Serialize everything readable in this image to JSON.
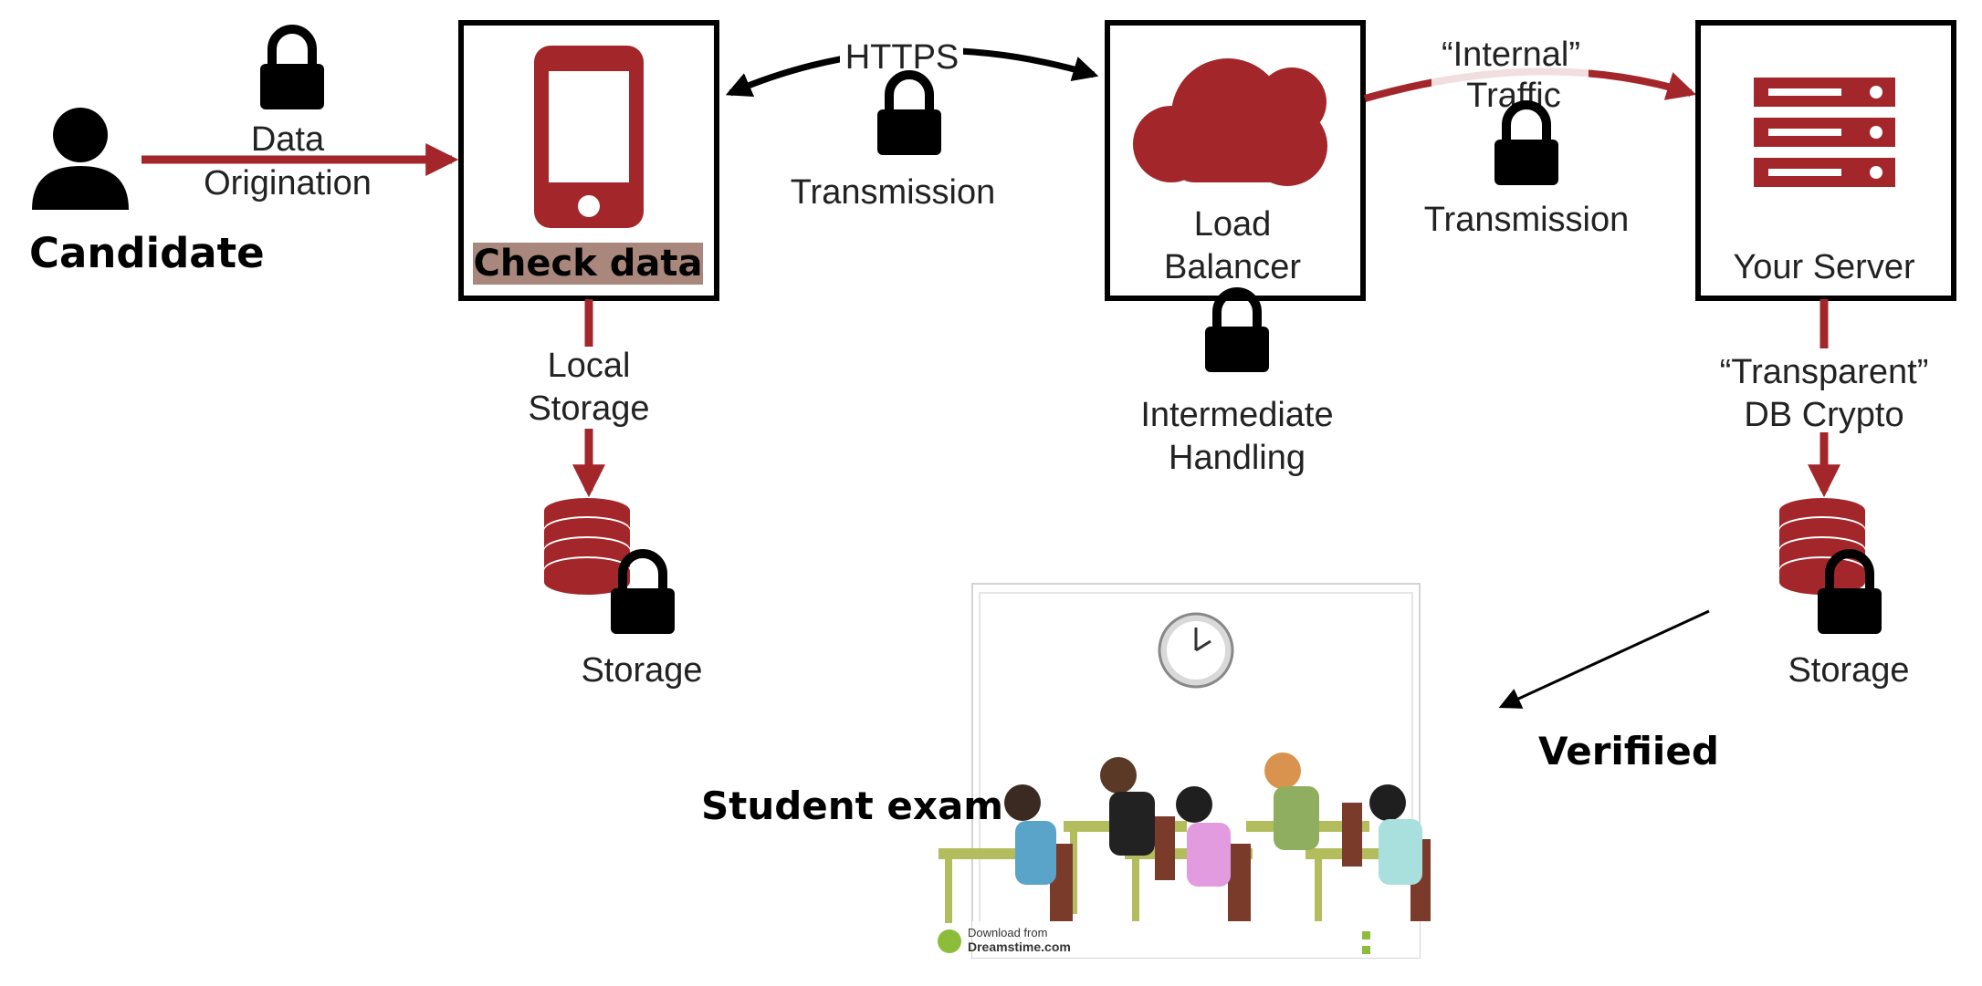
{
  "nodes": {
    "candidate": "Candidate",
    "check_data": "Check data",
    "load_balancer_line1": "Load",
    "load_balancer_line2": "Balancer",
    "server": "Your Server"
  },
  "edges": {
    "data_origination_line1": "Data",
    "data_origination_line2": "Origination",
    "https": "HTTPS",
    "transmission_left": "Transmission",
    "internal_line1": "“Internal”",
    "internal_line2": "Traffic",
    "transmission_right": "Transmission",
    "local_storage_line1": "Local",
    "local_storage_line2": "Storage",
    "intermediate_line1": "Intermediate",
    "intermediate_line2": "Handling",
    "transparent_line1": "“Transparent”",
    "transparent_line2": "DB Crypto"
  },
  "storage": {
    "left": "Storage",
    "right": "Storage"
  },
  "annotations": {
    "verified": "Verifiied",
    "student_exam": "Student exam"
  },
  "photo": {
    "download_from": "Download from",
    "site": "Dreamstime.com"
  },
  "colors": {
    "accent_red": "#a3262a",
    "check_data_bg": "#a9877c",
    "lock_black": "#000000"
  }
}
